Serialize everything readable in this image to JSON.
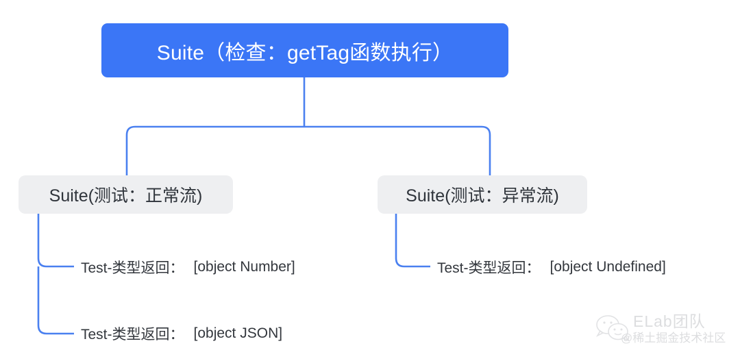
{
  "diagram": {
    "type": "tree",
    "background_color": "#ffffff",
    "accent_color": "#3b76f6",
    "node_background_color": "#eeeff1",
    "text_color": "#33373d",
    "root": {
      "label": "Suite（检查：getTag函数执行）"
    },
    "branches": [
      {
        "id": "normal-flow",
        "label": "Suite(测试：正常流)",
        "leaves": [
          {
            "id": "number",
            "label": "Test-类型返回：",
            "value": "[object Number]"
          },
          {
            "id": "json",
            "label": "Test-类型返回：",
            "value": "[object JSON]"
          }
        ]
      },
      {
        "id": "abnormal-flow",
        "label": "Suite(测试：异常流)",
        "leaves": [
          {
            "id": "undefined",
            "label": "Test-类型返回：",
            "value": "[object Undefined]"
          }
        ]
      }
    ]
  },
  "watermark": {
    "logo_icon": "wechat-bubbles-icon",
    "title": "ELab团队",
    "subtitle": "@稀土掘金技术社区"
  }
}
